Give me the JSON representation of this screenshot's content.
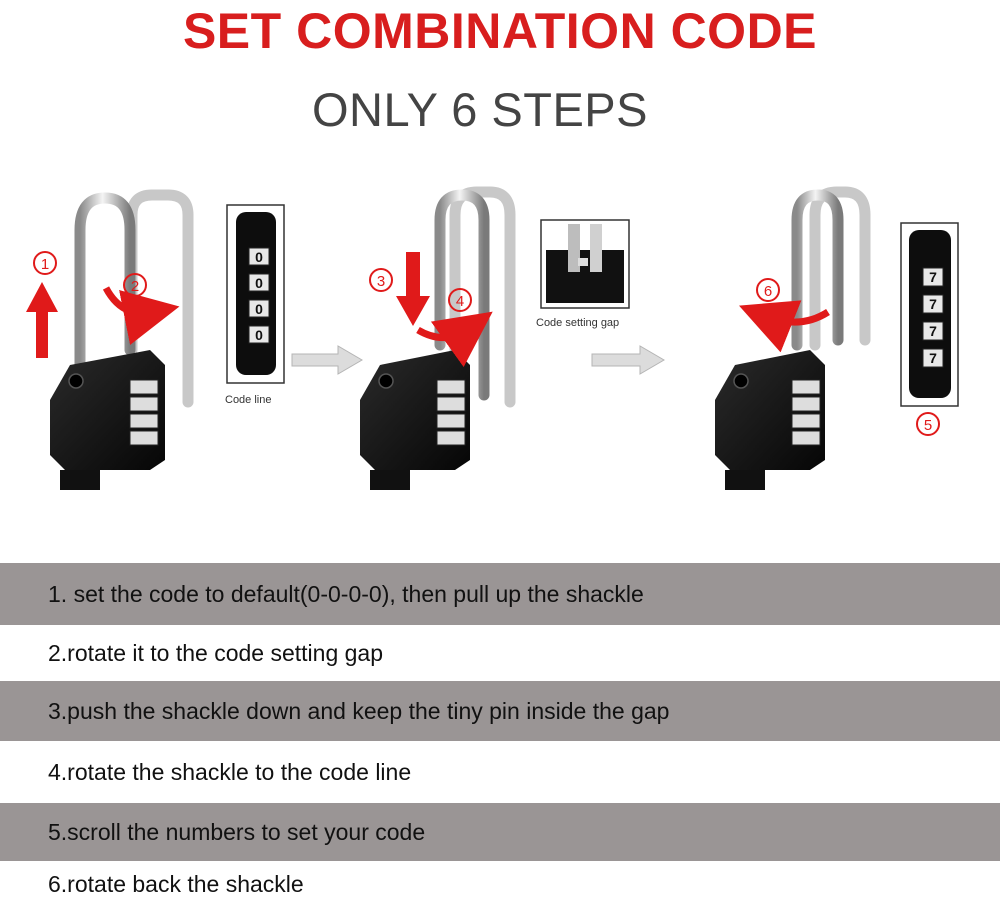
{
  "header": {
    "title": "SET COMBINATION CODE",
    "subtitle": "ONLY 6 STEPS"
  },
  "diagram": {
    "step_markers": [
      "1",
      "2",
      "3",
      "4",
      "5",
      "6"
    ],
    "captions": {
      "code_line": "Code line",
      "code_setting_gap": "Code setting gap"
    },
    "default_dial_digit": "0",
    "set_dial_digit": "7",
    "accent_color": "#e01a1a",
    "lock_body_color": "#111111",
    "icons": [
      "up-arrow-icon",
      "rotate-arrow-icon",
      "down-arrow-icon",
      "next-step-arrow-icon"
    ]
  },
  "steps": [
    "1. set the code to default(0-0-0-0), then pull up the shackle",
    "2.rotate it to the code setting gap",
    "3.push the shackle down and keep the tiny pin inside the gap",
    "4.rotate the shackle to the code line",
    "5.scroll the numbers to set your code",
    "6.rotate back the shackle"
  ]
}
